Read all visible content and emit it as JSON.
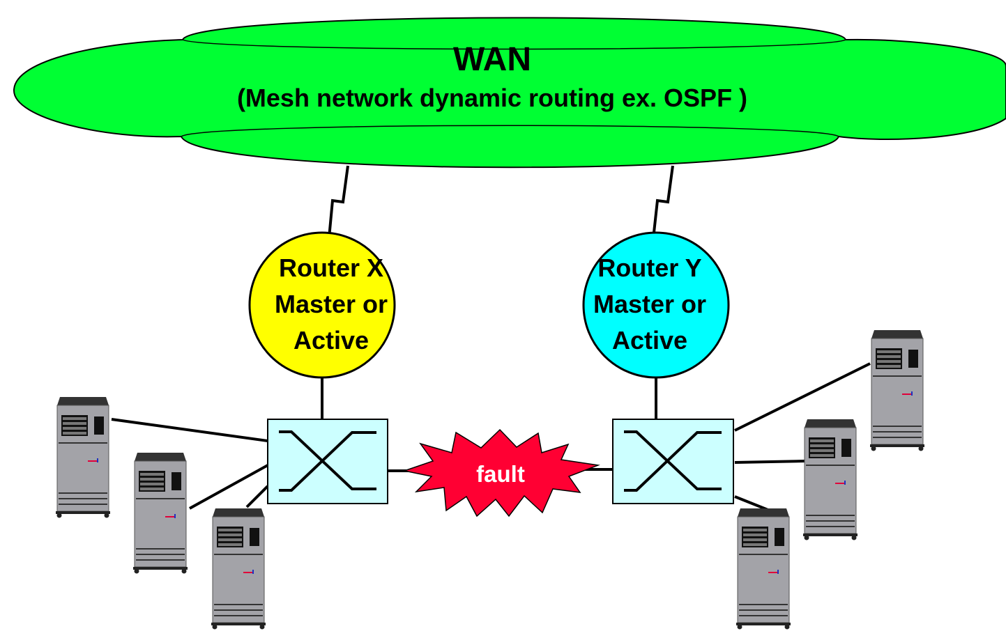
{
  "wan": {
    "title": "WAN",
    "subtitle": "(Mesh network dynamic routing ex. OSPF )",
    "color": "#00ff33"
  },
  "router_x": {
    "line1": "Router X",
    "line2": "Master or",
    "line3": "Active",
    "color": "#ffff00"
  },
  "router_y": {
    "line1": "Router Y",
    "line2": "Master or",
    "line3": "Active",
    "color": "#00ffff"
  },
  "fault": {
    "label": "fault",
    "color": "#ff0033"
  },
  "switch": {
    "color": "#ccffff",
    "icon": "switch-cross-icon"
  },
  "server": {
    "color": "#a3a3a8",
    "icon": "server-tower-icon"
  }
}
